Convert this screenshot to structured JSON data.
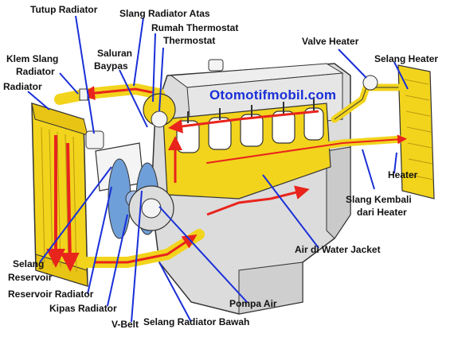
{
  "watermark": "Otomotifmobil.com",
  "colors": {
    "coolant_yellow": "#f2d41c",
    "hot_flow": "#e8241c",
    "label_line": "#1a2fd8",
    "engine_gray": "#dcdcdc",
    "fan_blue": "#6f9fd8",
    "watermark": "#1a2fd8"
  },
  "labels": {
    "tutup_radiator": "Tutup Radiator",
    "slang_radiator_atas": "Slang Radiator Atas",
    "rumah_thermostat": "Rumah Thermostat",
    "thermostat": "Thermostat",
    "klem_slang_radiator_1": "Klem Slang",
    "klem_slang_radiator_2": "Radiator",
    "radiator": "Radiator",
    "saluran_baypas_1": "Saluran",
    "saluran_baypas_2": "Baypas",
    "valve_heater": "Valve Heater",
    "selang_heater": "Selang Heater",
    "heater": "Heater",
    "slang_kembali_1": "Slang Kembali",
    "slang_kembali_2": "dari Heater",
    "air_water_jacket": "Air di Water Jacket",
    "selang_reservoir_1": "Selang",
    "selang_reservoir_2": "Reservoir",
    "reservoir_radiator": "Reservoir Radiator",
    "kipas_radiator": "Kipas Radiator",
    "pompa_air": "Pompa Air",
    "v_belt": "V-Belt",
    "selang_radiator_bawah": "Selang Radiator Bawah"
  }
}
